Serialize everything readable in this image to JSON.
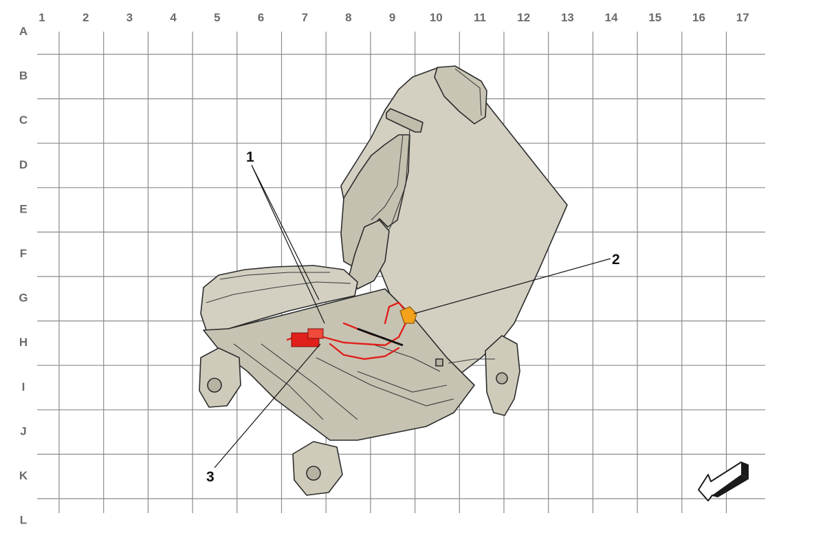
{
  "diagram": {
    "columns": [
      "1",
      "2",
      "3",
      "4",
      "5",
      "6",
      "7",
      "8",
      "9",
      "10",
      "11",
      "12",
      "13",
      "14",
      "15",
      "16",
      "17"
    ],
    "rows": [
      "A",
      "B",
      "C",
      "D",
      "E",
      "F",
      "G",
      "H",
      "I",
      "J",
      "K",
      "L"
    ],
    "callouts": [
      {
        "id": "1",
        "label": "1"
      },
      {
        "id": "2",
        "label": "2"
      },
      {
        "id": "3",
        "label": "3"
      }
    ],
    "colors": {
      "seat_fill": "#d3d0c2",
      "seat_shade": "#c5c1b1",
      "outline": "#2b2b2b",
      "harness": "#e0201b",
      "connector": "#f4a21c",
      "grid": "#8a8a8a",
      "axis_labels": "#6b6b6b"
    },
    "icons": [
      "direction-arrow-icon"
    ]
  }
}
